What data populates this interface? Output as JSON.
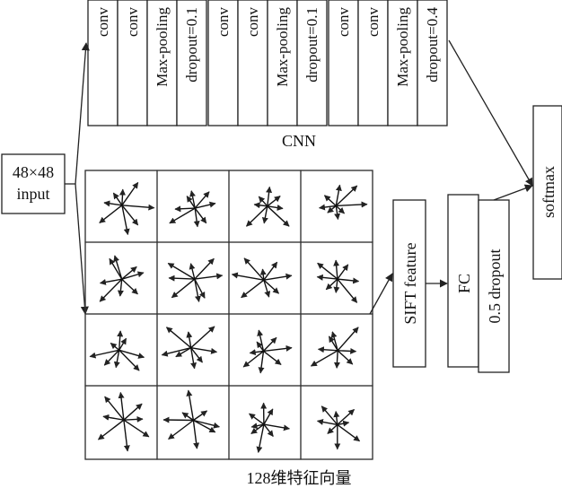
{
  "input": {
    "line1": "48×48",
    "line2": "input"
  },
  "cnn": {
    "label": "CNN",
    "layers": [
      "conv",
      "conv",
      "Max-pooling",
      "dropout=0.1",
      "conv",
      "conv",
      "Max-pooling",
      "dropout=0.1",
      "conv",
      "conv",
      "Max-pooling",
      "dropout=0.4"
    ]
  },
  "sift": {
    "label": "SIFT feature"
  },
  "fc": {
    "label": "FC",
    "dropout_label": "0.5 dropout"
  },
  "softmax": {
    "label": "softmax"
  },
  "grid": {
    "caption": "128维特征向量",
    "rows": 4,
    "cols": 4
  }
}
